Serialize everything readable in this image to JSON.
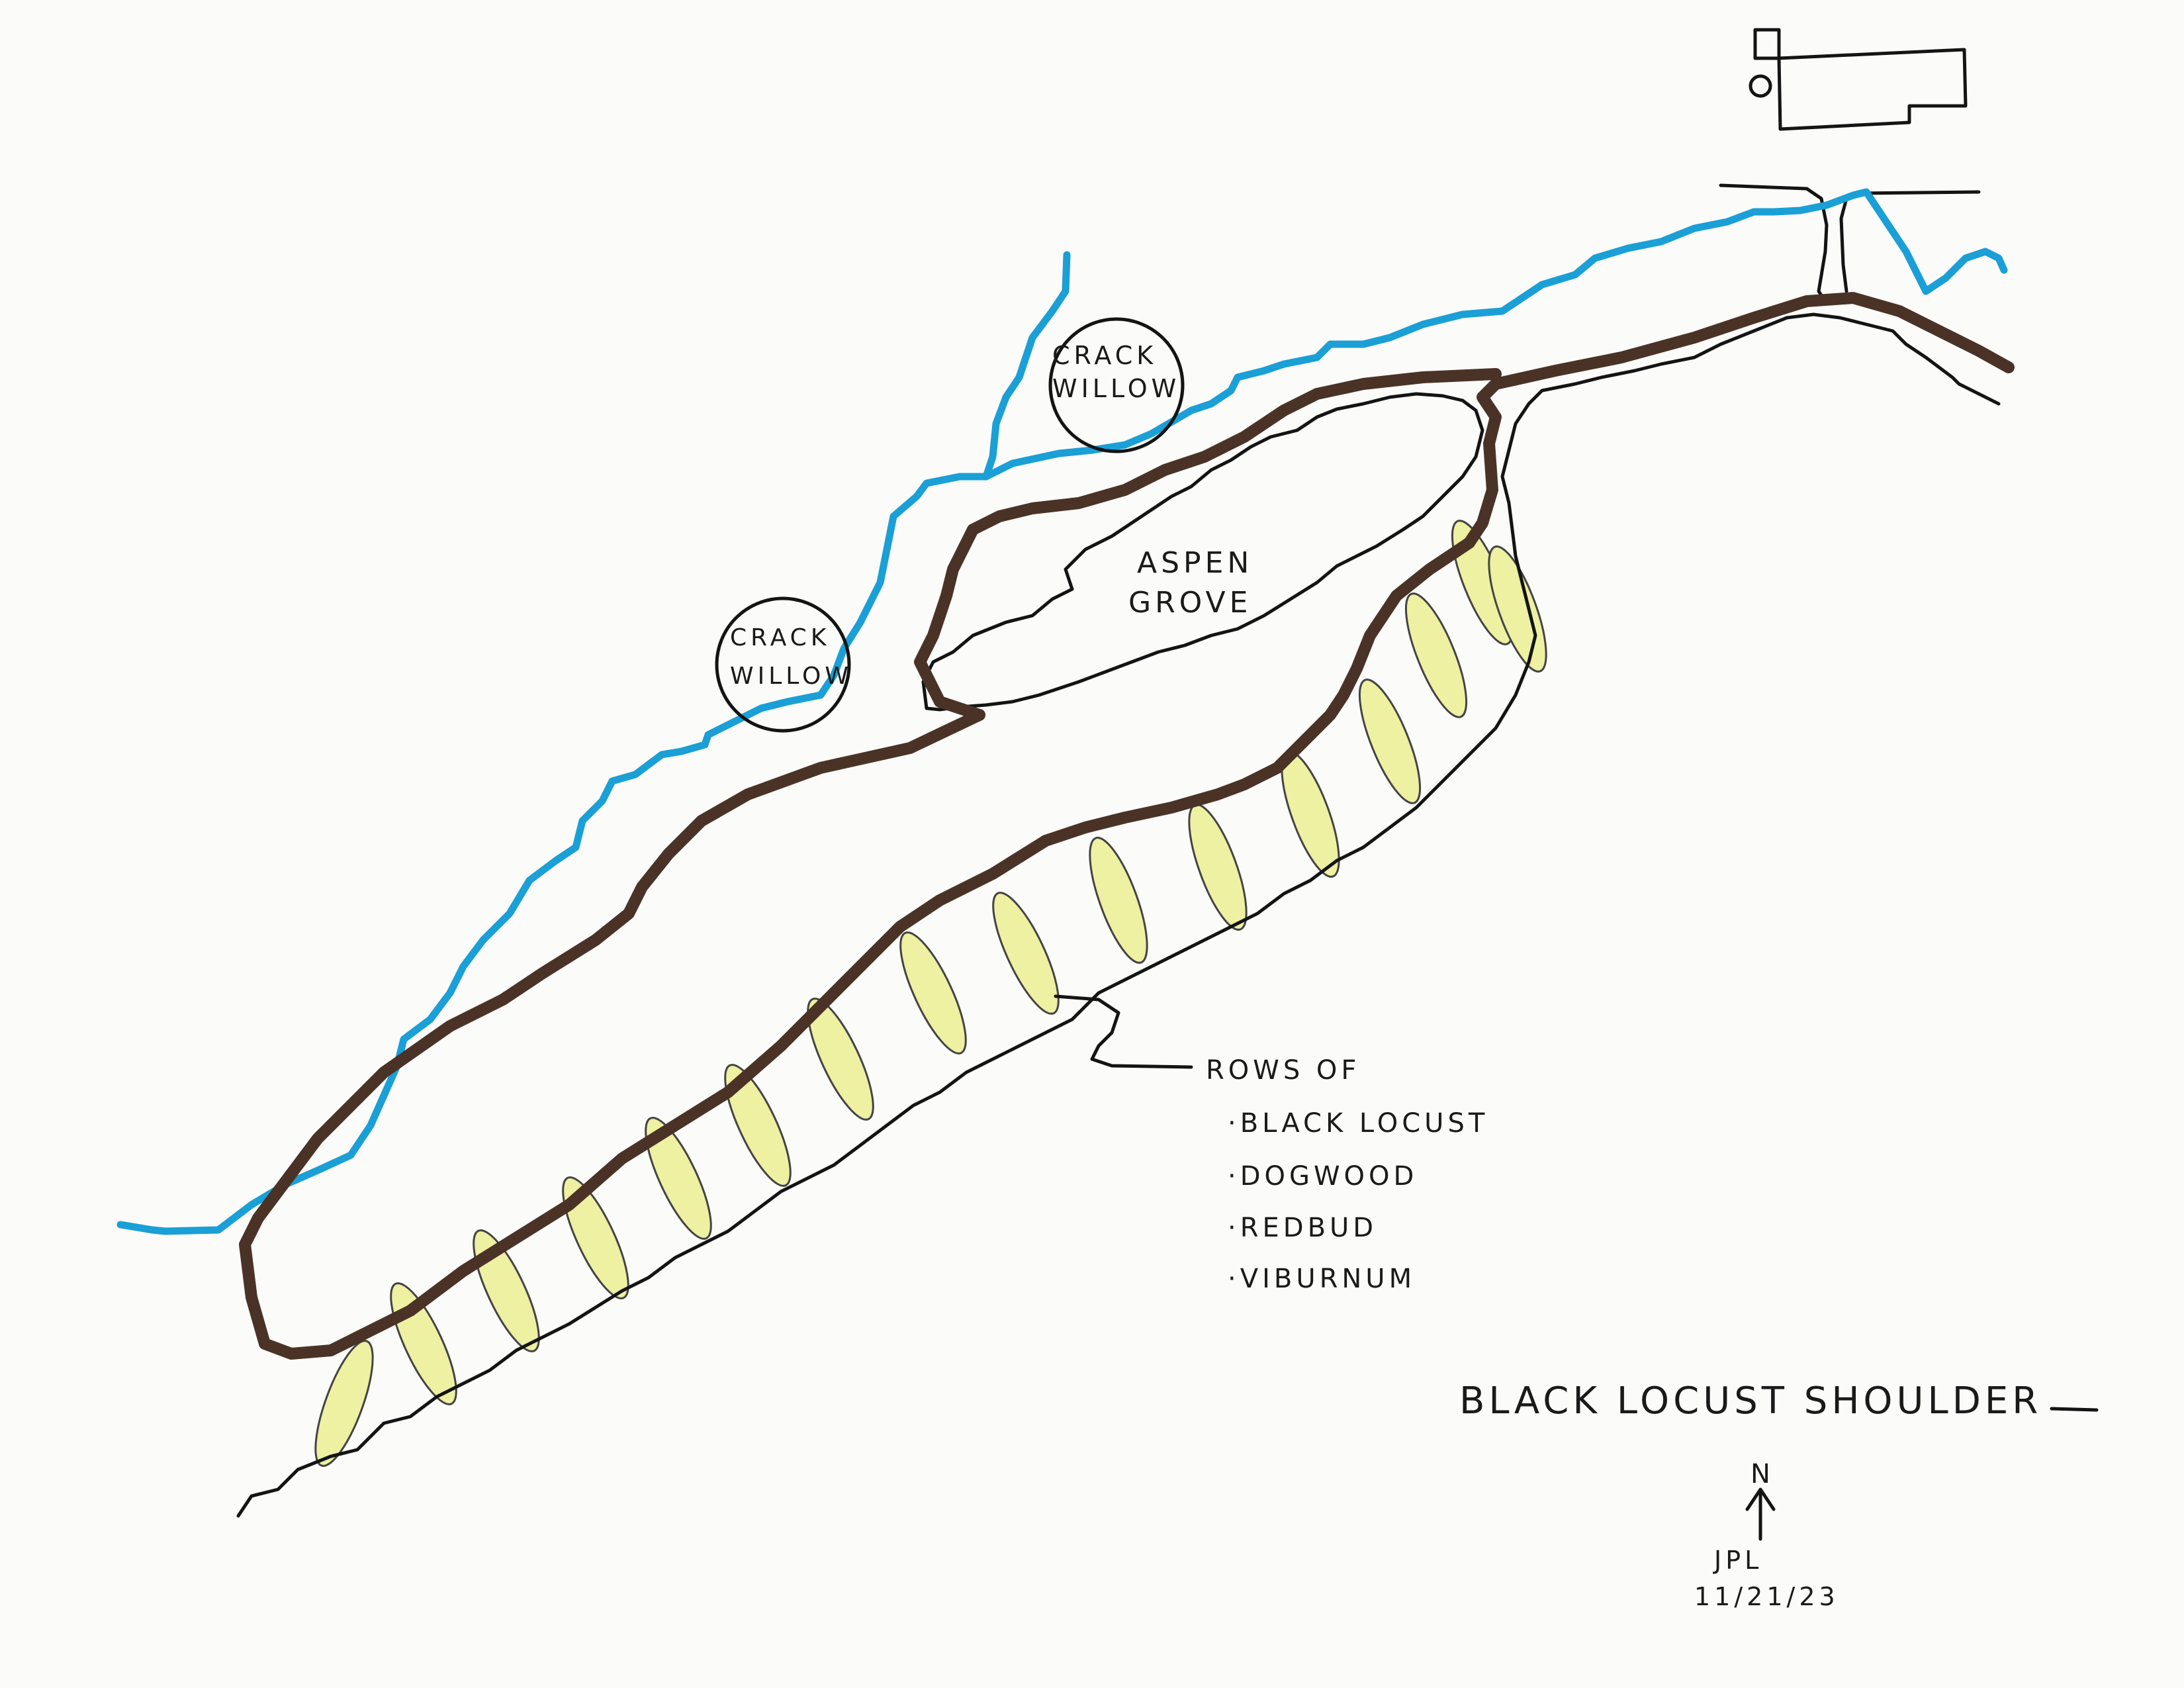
{
  "map": {
    "title": "BLACK LOCUST SHOULDER",
    "north_label": "N",
    "author": "JPL",
    "date": "11/21/23",
    "labels": {
      "crack_willow_upper_line1": "CRACK",
      "crack_willow_upper_line2": "WILLOW",
      "crack_willow_lower_line1": "CRACK",
      "crack_willow_lower_line2": "WILLOW",
      "aspen_line1": "ASPEN",
      "aspen_line2": "GROVE",
      "rows_heading": "ROWS OF",
      "species": [
        "·BLACK LOCUST",
        "·DOGWOOD",
        "·REDBUD",
        "·VIBURNUM"
      ]
    },
    "colors": {
      "stream": "#1a9fd6",
      "path": "#4a3326",
      "row_fill": "#eef0a2",
      "ink": "#141414"
    },
    "row_count": 16
  }
}
